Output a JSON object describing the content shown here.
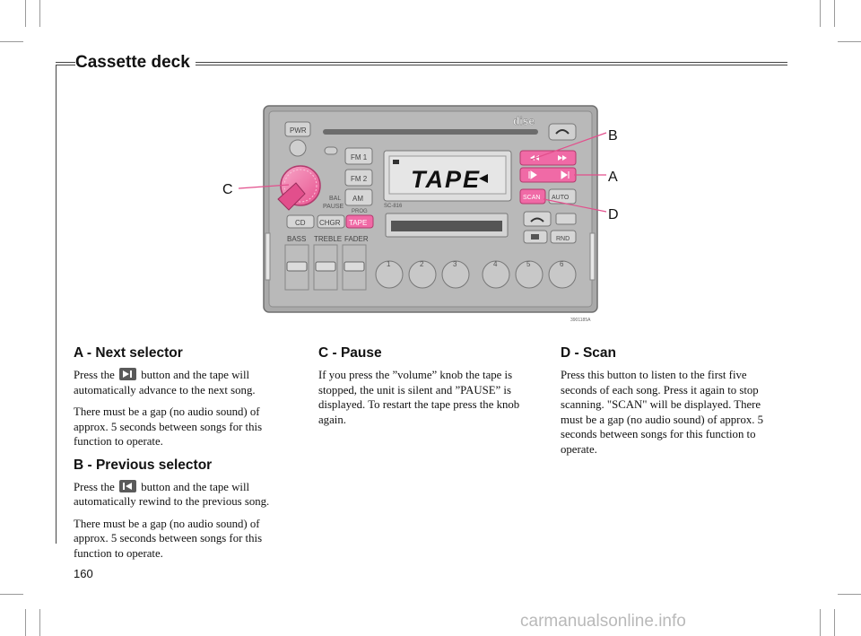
{
  "header": {
    "title": "Cassette deck"
  },
  "figure": {
    "ref_code": "3901185A",
    "callouts": {
      "a": "A",
      "b": "B",
      "c": "C",
      "d": "D"
    },
    "radio": {
      "brand": "dise",
      "pwr": "PWR",
      "fm1": "FM 1",
      "fm2": "FM 2",
      "am": "AM",
      "bal": "BAL",
      "pause": "PAUSE",
      "prog": "PROG",
      "cd": "CD",
      "chgr": "CHGR",
      "tape": "TAPE",
      "display": "TAPE",
      "model": "SC-816",
      "scan": "SCAN",
      "auto": "AUTO",
      "rnd": "RND",
      "bass": "BASS",
      "treble": "TREBLE",
      "fader": "FADER",
      "presets": [
        "1",
        "2",
        "3",
        "4",
        "5",
        "6"
      ]
    }
  },
  "sections": {
    "a": {
      "heading": "A - Next selector",
      "p1_before": "Press the",
      "p1_after": "button and the tape will automatically advance to the next song.",
      "p2": "There must be a gap (no audio sound) of approx. 5 seconds between songs for this function to operate."
    },
    "b": {
      "heading": "B - Previous selector",
      "p1_before": "Press the",
      "p1_after": "button and the tape will automatically rewind to the previous song.",
      "p2": "There must be a gap (no audio sound) of approx. 5 seconds between songs for this function to operate."
    },
    "c": {
      "heading": "C - Pause",
      "p1": "If you press the ”volume” knob the tape is stopped, the unit is silent and ”PAUSE” is displayed. To restart the tape press the knob again."
    },
    "d": {
      "heading": "D - Scan",
      "p1": "Press this button to listen to the first five seconds of each song. Press it again to stop scanning. \"SCAN\" will be displayed. There must be a gap (no audio sound) of approx. 5 seconds between songs for this function to operate."
    }
  },
  "footer": {
    "page_number": "160",
    "watermark": "carmanualsonline.info"
  },
  "colors": {
    "accent_pink": "#f06aa6",
    "panel_gray": "#b8b8b8",
    "bezel_gray": "#a9a9a9"
  },
  "icons": {
    "next_button": "skip-next-icon",
    "prev_button": "skip-previous-icon"
  }
}
